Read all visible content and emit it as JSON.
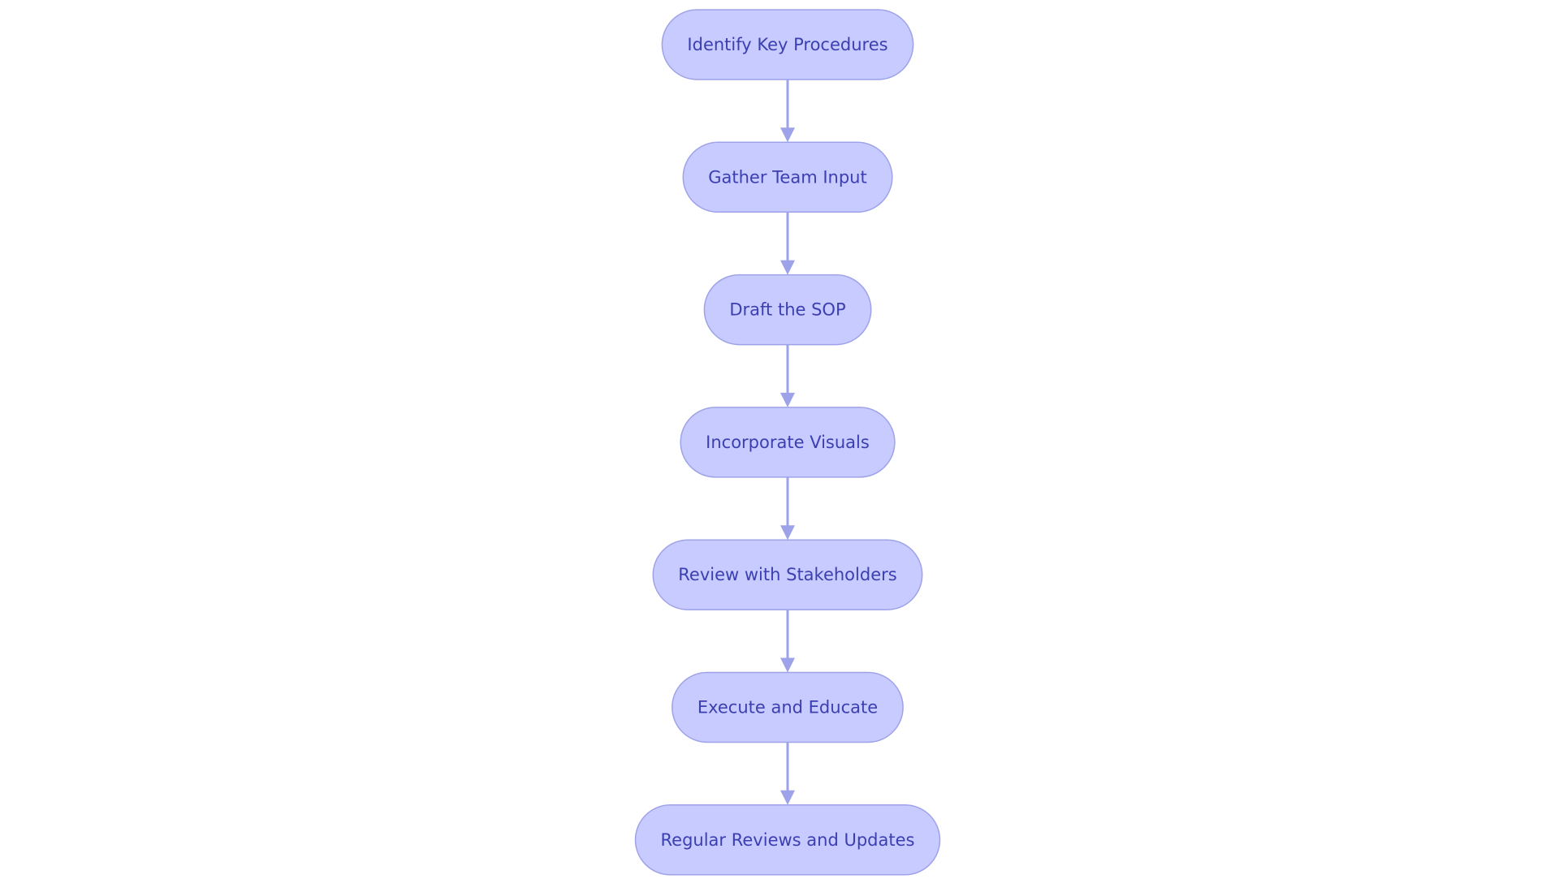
{
  "diagram": {
    "type": "flowchart",
    "direction": "top-to-bottom",
    "colors": {
      "node_fill": "#c8cbff",
      "node_border": "#9ea2e8",
      "text": "#3b3fb0",
      "edge": "#9ea2e8"
    },
    "nodes": [
      {
        "label": "Identify Key Procedures"
      },
      {
        "label": "Gather Team Input"
      },
      {
        "label": "Draft the SOP"
      },
      {
        "label": "Incorporate Visuals"
      },
      {
        "label": "Review with Stakeholders"
      },
      {
        "label": "Execute and Educate"
      },
      {
        "label": "Regular Reviews and Updates"
      }
    ],
    "edges": [
      {
        "from": 0,
        "to": 1
      },
      {
        "from": 1,
        "to": 2
      },
      {
        "from": 2,
        "to": 3
      },
      {
        "from": 3,
        "to": 4
      },
      {
        "from": 4,
        "to": 5
      },
      {
        "from": 5,
        "to": 6
      }
    ]
  }
}
